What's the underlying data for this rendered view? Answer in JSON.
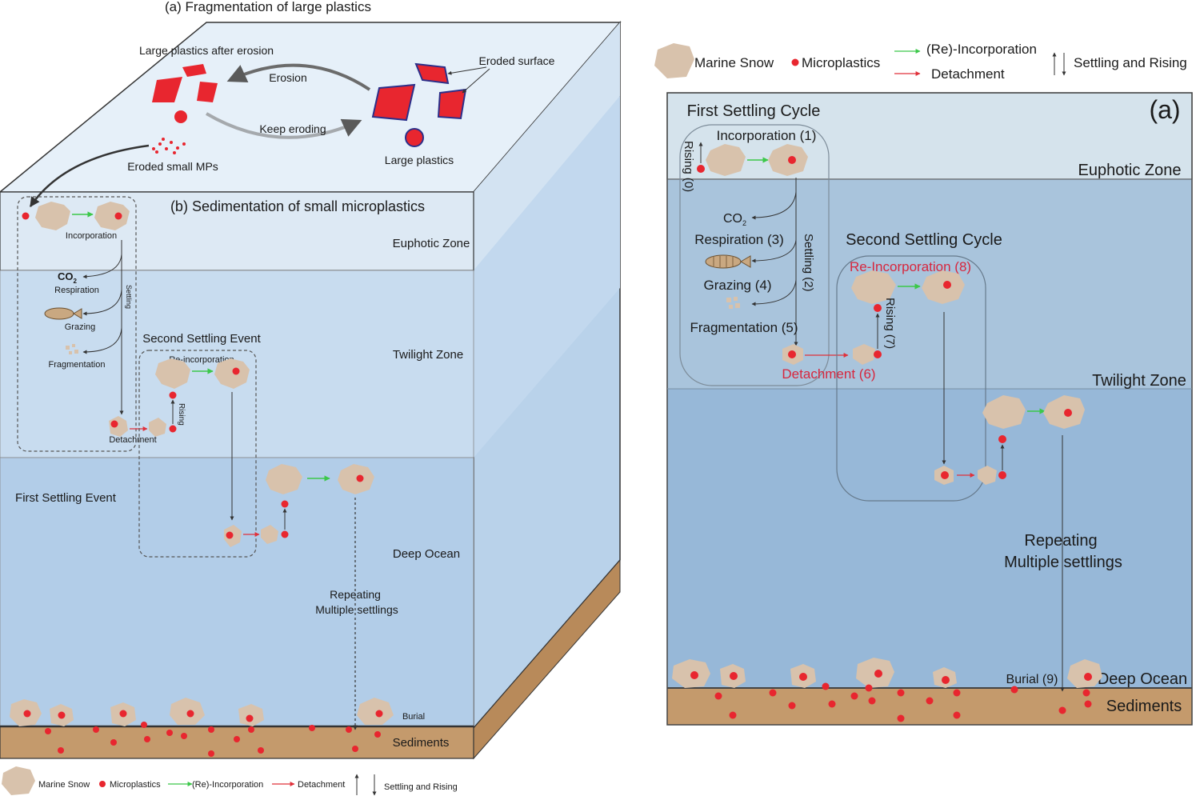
{
  "left_panel": {
    "title_a": "(a) Fragmentation of large plastics",
    "title_b": "(b) Sedimentation of small microplastics",
    "large_after_erosion": "Large plastics after erosion",
    "erosion": "Erosion",
    "keep_eroding": "Keep eroding",
    "eroded_surface": "Eroded surface",
    "large_plastics": "Large plastics",
    "eroded_small_mps": "Eroded small MPs",
    "incorporation": "Incorporation",
    "co2": "CO",
    "co2_sub": "2",
    "respiration": "Respiration",
    "grazing": "Grazing",
    "fragmentation": "Fragmentation",
    "settling": "Settling",
    "second_settling_event": "Second Settling Event",
    "re_incorporation": "Re-incorporation",
    "rising": "Rising",
    "detachment": "Detachment",
    "first_settling_event": "First Settling Event",
    "repeating_line1": "Repeating",
    "repeating_line2": "Multiple settlings",
    "burial": "Burial",
    "zones": {
      "euphotic": "Euphotic Zone",
      "twilight": "Twilight Zone",
      "deep": "Deep Ocean",
      "sediments": "Sediments"
    },
    "legend": {
      "marine_snow": "Marine Snow",
      "microplastics": "Microplastics",
      "incorporation": "(Re)-Incorporation",
      "detachment": "Detachment",
      "settling_rising": "Settling and Rising"
    }
  },
  "right_panel": {
    "legend": {
      "marine_snow": "Marine Snow",
      "microplastics": "Microplastics",
      "incorporation": "(Re)-Incorporation",
      "detachment": "Detachment",
      "settling_rising": "Settling and Rising"
    },
    "panel_label": "(a)",
    "first_settling_cycle": "First Settling Cycle",
    "incorporation": "Incorporation (1)",
    "rising0": "Rising (0)",
    "co2": "CO",
    "co2_sub": "2",
    "respiration": "Respiration (3)",
    "settling2": "Settling (2)",
    "grazing": "Grazing (4)",
    "fragmentation": "Fragmentation (5)",
    "second_settling_cycle": "Second Settling Cycle",
    "re_incorporation": "Re-Incorporation (8)",
    "rising7": "Rising (7)",
    "detachment": "Detachment (6)",
    "repeating_line1": "Repeating",
    "repeating_line2": "Multiple settlings",
    "burial": "Burial (9)",
    "zones": {
      "euphotic": "Euphotic Zone",
      "twilight": "Twilight Zone",
      "deep": "Deep Ocean",
      "sediments": "Sediments"
    }
  },
  "colors": {
    "sky_top": "#e6f0f9",
    "euphotic": "#dde9f4",
    "twilight": "#c8dcef",
    "deep": "#b2cde8",
    "side_shade": "#9fbfdf",
    "sediment": "#c49a6c",
    "snow": "#d8c2ac",
    "plastic": "#e8262f",
    "incorporation_arrow": "#3cc84a",
    "detachment_arrow": "#e0303a",
    "right_euphotic": "#d5e3ec",
    "right_twilight": "#a9c4dc",
    "right_deep": "#97b8d8"
  }
}
